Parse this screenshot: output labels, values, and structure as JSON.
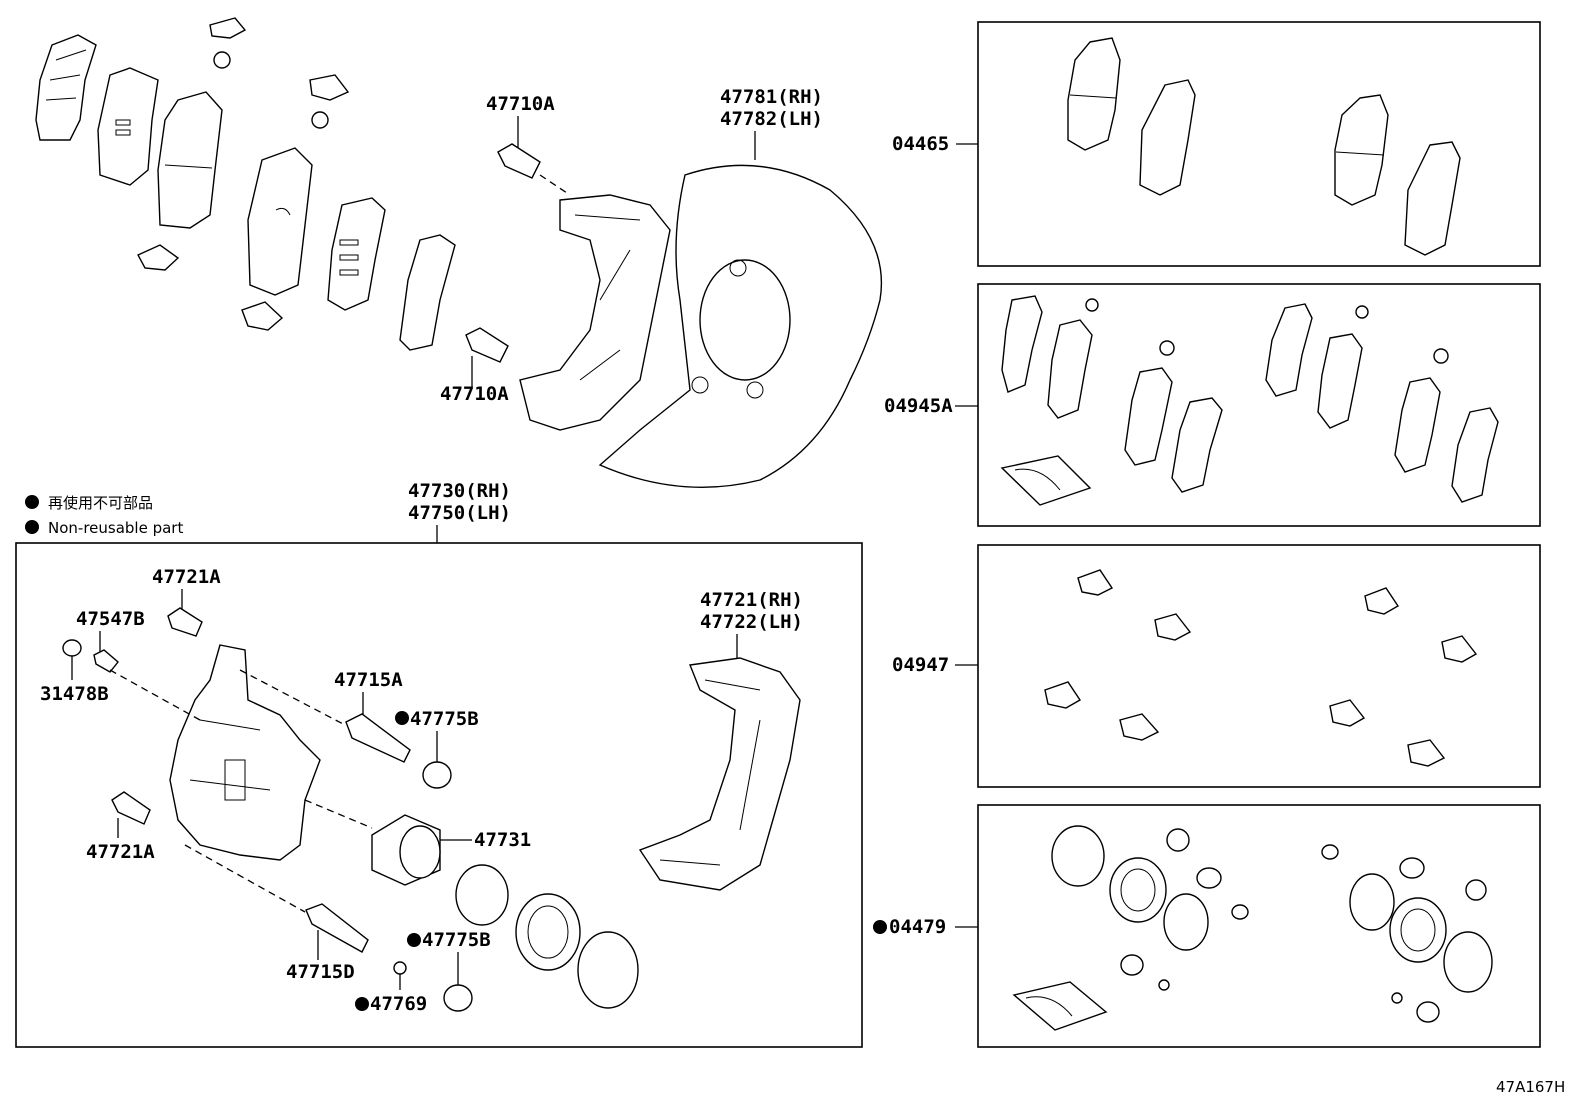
{
  "legend": {
    "line1": "再使用不可部品",
    "line2": "Non-reusable part"
  },
  "diagram_id": "47A167H",
  "labels": {
    "bolt_top": "47710A",
    "bolt_mid": "47710A",
    "dust_cover_rh": "47781(RH)",
    "dust_cover_lh": "47782(LH)",
    "caliper_rh": "47730(RH)",
    "caliper_lh": "47750(LH)",
    "bolt_21a_top": "47721A",
    "bleeder": "47547B",
    "cap": "31478B",
    "pin_15a": "47715A",
    "boot_75b_upper": "47775B",
    "mounting_rh": "47721(RH)",
    "mounting_lh": "47722(LH)",
    "piston": "47731",
    "bolt_21a_bottom": "47721A",
    "pin_15d": "47715D",
    "boot_75b_lower": "47775B",
    "ring_69": "47769"
  },
  "kits": {
    "pad_kit": "04465",
    "shim_kit": "04945A",
    "clip_kit": "04947",
    "seal_kit": "04479"
  }
}
